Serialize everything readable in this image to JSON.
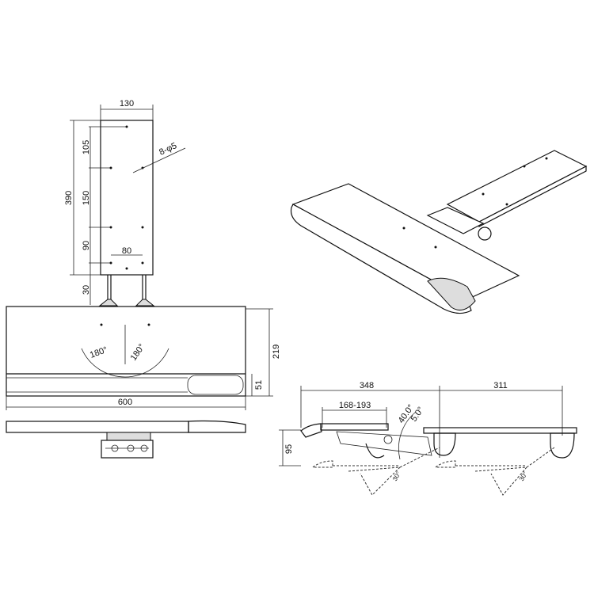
{
  "top_view": {
    "width": "130",
    "height_total": "390",
    "spacing_1": "105",
    "spacing_2": "150",
    "spacing_3": "90",
    "leg_length": "30",
    "hole_spacing": "80",
    "holes": "8-φ5"
  },
  "plan_view": {
    "swivel_left": "180°",
    "swivel_right": "180°",
    "depth": "219",
    "wrist_rest_depth": "51",
    "width": "600"
  },
  "side_view": {
    "extension": "348",
    "mount_length": "311",
    "slide_range": "168-193",
    "tilt_up": "40.0°",
    "tilt_small": "5.0°",
    "height_drop": "95",
    "lower_angle_1": "30°",
    "lower_angle_2": "30°"
  }
}
